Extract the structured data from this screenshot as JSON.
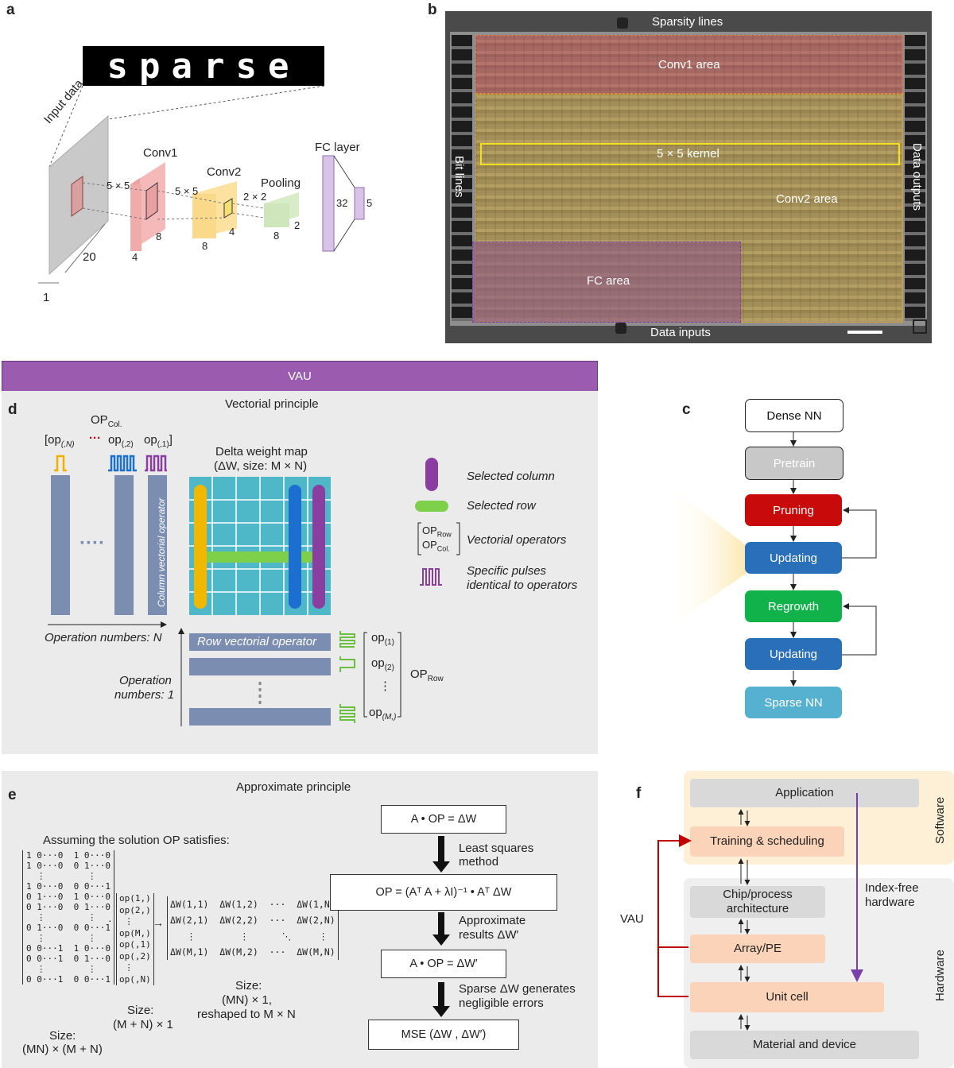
{
  "panel_a": {
    "label": "a",
    "banner_text": "sparse",
    "input_data": "Input data",
    "dim_20": "20",
    "dim_1": "1",
    "kernel1": "5 × 5",
    "conv1": "Conv1",
    "conv1_d8": "8",
    "conv1_d4": "4",
    "kernel2": "5 × 5",
    "conv2": "Conv2",
    "conv2_d4": "4",
    "conv2_d8": "8",
    "kernel3": "2 × 2",
    "pooling": "Pooling",
    "pool_d8": "8",
    "pool_d2": "2",
    "fc_layer": "FC layer",
    "fc_32": "32",
    "fc_5": "5"
  },
  "panel_b": {
    "label": "b",
    "sparsity_lines": "Sparsity lines",
    "conv1_area": "Conv1 area",
    "kernel": "5 × 5 kernel",
    "bit_lines": "Bit lines",
    "data_outputs": "Data outputs",
    "conv2_area": "Conv2 area",
    "fc_area": "FC area",
    "data_inputs": "Data inputs"
  },
  "vau_bar": "VAU",
  "panel_c": {
    "label": "c",
    "colors": {
      "pruning": "#c80a0a",
      "updating": "#2a6fba",
      "regrowth": "#12b24a",
      "sparse": "#55b1cf",
      "pretrain": "#c8c8c8"
    },
    "steps": [
      "Dense NN",
      "Pretrain",
      "Pruning",
      "Updating",
      "Regrowth",
      "Updating",
      "Sparse NN"
    ]
  },
  "panel_d": {
    "label": "d",
    "title": "Vectorial principle",
    "op_col": "OP",
    "op_col_sub": "Col.",
    "ops_line_open": "[op",
    "op_n_sub": "(,N)",
    "dots": "···",
    "op_2": "op",
    "op_2_sub": "(,2)",
    "op_1": "op",
    "op_1_sub": "(,1)",
    "bracket_close": "]",
    "col_vec_label": "Column vectorial operator",
    "hdots": "····",
    "delta_title_1": "Delta weight map",
    "delta_title_2": "(ΔW, size: M × N)",
    "op_numbers_n": "Operation numbers: N",
    "row_vec_label": "Row vectorial operator",
    "op_numbers_1a": "Operation",
    "op_numbers_1b": "numbers: 1",
    "row_op1": "op",
    "row_op1_sub": "(1)",
    "row_op2": "op",
    "row_op2_sub": "(2)",
    "row_vdots": "⋮",
    "row_opm": "op",
    "row_opm_sub": "(M,)",
    "op_row": "OP",
    "op_row_sub": "Row",
    "legend_selected_column": "Selected column",
    "legend_selected_row": "Selected row",
    "legend_op_row": "OP",
    "legend_op_row_sub": "Row",
    "legend_op_col": "OP",
    "legend_op_col_sub": "Col.",
    "legend_vectorial_operators": "Vectorial operators",
    "legend_pulses_1": "Specific pulses",
    "legend_pulses_2": "identical to operators"
  },
  "panel_e": {
    "label": "e",
    "title": "Approximate principle",
    "assuming": "Assuming the solution OP satisfies:",
    "matrix_a": "1 0···0  1 0···0\n1 0···0  0 1···0\n  ⋮        ⋮\n1 0···0  0 0···1\n0 1···0  1 0···0\n0 1···0  0 1···0\n  ⋮        ⋮\n0 1···0  0 0···1\n  ⋮        ⋮\n0 0···1  1 0···0\n0 0···1  0 1···0\n  ⋮        ⋮\n0 0···1  0 0···1",
    "op_vec": "op(1,)\nop(2,)\n ⋮\nop(M,)\nop(,1)\nop(,2)\n ⋮\nop(,N)",
    "dw_mat": "ΔW(1,1)  ΔW(1,2)  ···  ΔW(1,N)\nΔW(2,1)  ΔW(2,2)  ···  ΔW(2,N)\n   ⋮        ⋮      ⋱     ⋮\nΔW(M,1)  ΔW(M,2)  ···  ΔW(M,N)",
    "size_a_1": "Size:",
    "size_a_2": "(MN) × (M + N)",
    "size_op_1": "Size:",
    "size_op_2": "(M + N) × 1",
    "size_dw_1": "Size:",
    "size_dw_2": "(MN) × 1,",
    "size_dw_3": "reshaped to M × N",
    "eq1": "A • OP = ΔW",
    "step1_a": "Least squares",
    "step1_b": "method",
    "eq2": "OP = (Aᵀ A + λI)⁻¹ • Aᵀ ΔW",
    "step2_a": "Approximate",
    "step2_b": "results ΔW′",
    "eq3": "A • OP = ΔW′",
    "step3_a": "Sparse ΔW generates",
    "step3_b": "negligible errors",
    "eq4": "MSE (ΔW , ΔW′)"
  },
  "panel_f": {
    "label": "f",
    "application": "Application",
    "training": "Training & scheduling",
    "software": "Software",
    "chip_1": "Chip/process",
    "chip_2": "architecture",
    "index_free_1": "Index-free",
    "index_free_2": "hardware",
    "vau": "VAU",
    "array": "Array/PE",
    "unit_cell": "Unit cell",
    "hardware": "Hardware",
    "material": "Material and device"
  }
}
